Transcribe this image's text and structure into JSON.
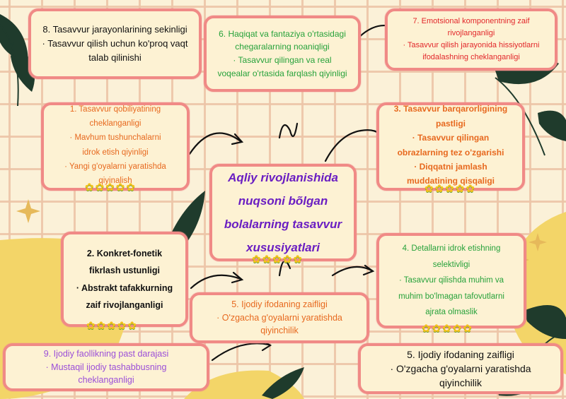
{
  "title_lines": [
    "Aqliy rivojlanishida",
    "nuqsoni bõlgan",
    "bolalarning tasavvur",
    "xususiyatlari"
  ],
  "boxes": {
    "b8": [
      "8. Tasavvur jarayonlarining sekinligi",
      "· Tasavvur qilish uchun ko'proq vaqt",
      "talab qilinishi"
    ],
    "b6": [
      "6. Haqiqat va fantaziya o'rtasidagi",
      "chegaralarning noaniqligi",
      "· Tasavvur qilingan va real",
      "voqealar o'rtasida farqlash qiyinligi"
    ],
    "b7": [
      "7. Emotsional komponentning zaif",
      "rivojlanganligi",
      "· Tasavvur qilish jarayonida hissiyotlarni",
      "ifodalashning cheklanganligi"
    ],
    "b1": [
      "1. Tasavvur qobiliyatining",
      "cheklanganligi",
      "· Mavhum tushunchalarni",
      "idrok etish qiyinligi",
      "· Yangi g'oyalarni yaratishda",
      "qiyinalish"
    ],
    "b3": [
      "3. Tasavvur barqarorligining",
      "pastligi",
      "· Tasavvur qilingan",
      "obrazlarning tez o'zgarishi",
      "· Diqqatni jamlash",
      "muddatining qisqaligi"
    ],
    "b2": [
      "2. Konkret-fonetik",
      "fikrlash ustunligi",
      "· Abstrakt tafakkurning",
      "zaif rivojlanganligi"
    ],
    "b4": [
      "4. Detallarni idrok etishning",
      "selektivligi",
      "· Tasavvur qilishda muhim va",
      "muhim bo'lmagan tafovutlarni",
      "ajrata olmaslik"
    ],
    "b5a": [
      "5. Ijodiy ifodaning zaifligi",
      "· O'zgacha g'oyalarni yaratishda",
      "qiyinchilik"
    ],
    "b9": [
      "9. Ijodiy faollikning past darajasi",
      "· Mustaqil ijodiy tashabbusning",
      "cheklanganligi"
    ],
    "b5b": [
      "5. Ijodiy ifodaning zaifligi",
      "· O'zgacha g'oyalarni yaratishda",
      "qiyinchilik"
    ]
  },
  "colors": {
    "border": "#f08a86",
    "fill": "#fdf2d3",
    "title": "#6a1ec2",
    "green": "#27a23b",
    "red": "#e2262a",
    "orange": "#e7691f",
    "purple": "#9b4fd8",
    "black": "#111111",
    "leaf": "#1f3b2c",
    "blob": "#f3d568"
  },
  "icons": [
    "arrow-icon",
    "flower-icon",
    "leaf-icon",
    "sparkle-icon"
  ]
}
